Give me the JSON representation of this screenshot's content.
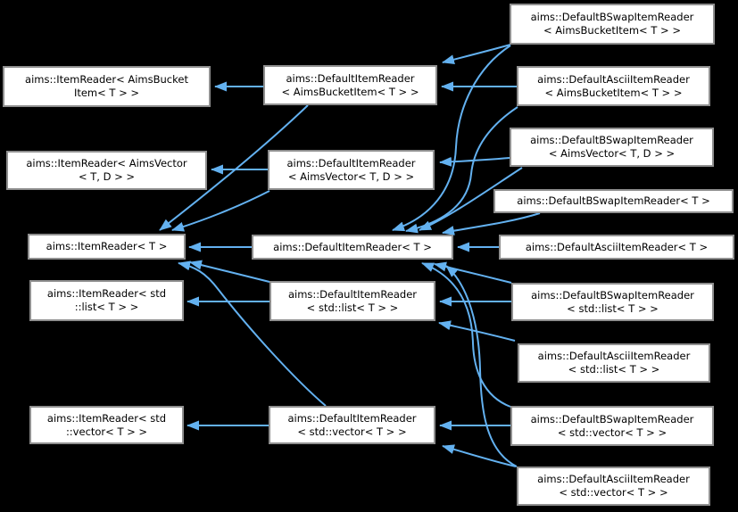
{
  "diagram": {
    "title": "aims ItemReader inheritance graph",
    "type": "inheritance-graph",
    "colors": {
      "background": "#000000",
      "edge": "#63b1f0",
      "node_fill": "#ffffff",
      "node_border": "#8f8f8f",
      "node_text": "#000000"
    },
    "nodes": [
      {
        "id": "itemreader-aimsbucketitem",
        "label": "aims::ItemReader< AimsBucket\nItem< T > >"
      },
      {
        "id": "itemreader-aimsvector",
        "label": "aims::ItemReader< AimsVector\n< T, D > >"
      },
      {
        "id": "itemreader-t",
        "label": "aims::ItemReader< T >"
      },
      {
        "id": "itemreader-stdlist",
        "label": "aims::ItemReader< std\n::list< T > >"
      },
      {
        "id": "itemreader-stdvector",
        "label": "aims::ItemReader< std\n::vector< T > >"
      },
      {
        "id": "defaultitemreader-aimsbucketitem",
        "label": "aims::DefaultItemReader\n< AimsBucketItem< T > >"
      },
      {
        "id": "defaultitemreader-aimsvector",
        "label": "aims::DefaultItemReader\n< AimsVector< T, D > >"
      },
      {
        "id": "defaultitemreader-t",
        "label": "aims::DefaultItemReader< T >"
      },
      {
        "id": "defaultitemreader-stdlist",
        "label": "aims::DefaultItemReader\n< std::list< T > >"
      },
      {
        "id": "defaultitemreader-stdvector",
        "label": "aims::DefaultItemReader\n< std::vector< T > >"
      },
      {
        "id": "defaultbswapitemreader-aimsbucketitem",
        "label": "aims::DefaultBSwapItemReader\n< AimsBucketItem< T > >"
      },
      {
        "id": "defaultasciiitemreader-aimsbucketitem",
        "label": "aims::DefaultAsciiItemReader\n< AimsBucketItem< T > >"
      },
      {
        "id": "defaultbswapitemreader-aimsvector",
        "label": "aims::DefaultBSwapItemReader\n< AimsVector< T, D > >"
      },
      {
        "id": "defaultbswapitemreader-t",
        "label": "aims::DefaultBSwapItemReader< T >"
      },
      {
        "id": "defaultasciiitemreader-t",
        "label": "aims::DefaultAsciiItemReader< T >"
      },
      {
        "id": "defaultbswapitemreader-stdlist",
        "label": "aims::DefaultBSwapItemReader\n< std::list< T > >"
      },
      {
        "id": "defaultasciiitemreader-stdlist",
        "label": "aims::DefaultAsciiItemReader\n< std::list< T > >"
      },
      {
        "id": "defaultbswapitemreader-stdvector",
        "label": "aims::DefaultBSwapItemReader\n< std::vector< T > >"
      },
      {
        "id": "defaultasciiitemreader-stdvector",
        "label": "aims::DefaultAsciiItemReader\n< std::vector< T > >"
      }
    ],
    "edges": [
      {
        "from": "defaultitemreader-aimsbucketitem",
        "to": "itemreader-aimsbucketitem"
      },
      {
        "from": "defaultitemreader-aimsvector",
        "to": "itemreader-aimsvector"
      },
      {
        "from": "defaultitemreader-t",
        "to": "itemreader-t"
      },
      {
        "from": "defaultitemreader-stdlist",
        "to": "itemreader-stdlist"
      },
      {
        "from": "defaultitemreader-stdvector",
        "to": "itemreader-stdvector"
      },
      {
        "from": "defaultasciiitemreader-aimsbucketitem",
        "to": "defaultitemreader-aimsbucketitem"
      },
      {
        "from": "defaultbswapitemreader-aimsbucketitem",
        "to": "defaultitemreader-aimsbucketitem"
      },
      {
        "from": "defaultbswapitemreader-aimsvector",
        "to": "defaultitemreader-aimsvector"
      },
      {
        "from": "defaultasciiitemreader-t",
        "to": "defaultitemreader-t"
      },
      {
        "from": "defaultbswapitemreader-t",
        "to": "defaultitemreader-t"
      },
      {
        "from": "defaultbswapitemreader-stdlist",
        "to": "defaultitemreader-stdlist"
      },
      {
        "from": "defaultasciiitemreader-stdlist",
        "to": "defaultitemreader-stdlist"
      },
      {
        "from": "defaultbswapitemreader-stdvector",
        "to": "defaultitemreader-stdvector"
      },
      {
        "from": "defaultasciiitemreader-stdvector",
        "to": "defaultitemreader-stdvector"
      },
      {
        "from": "defaultitemreader-aimsbucketitem",
        "to": "itemreader-t"
      },
      {
        "from": "defaultitemreader-aimsvector",
        "to": "itemreader-t"
      },
      {
        "from": "defaultitemreader-stdlist",
        "to": "itemreader-t"
      },
      {
        "from": "defaultitemreader-stdvector",
        "to": "itemreader-t"
      },
      {
        "from": "defaultbswapitemreader-aimsbucketitem",
        "to": "defaultitemreader-t"
      },
      {
        "from": "defaultasciiitemreader-aimsbucketitem",
        "to": "defaultitemreader-t"
      },
      {
        "from": "defaultbswapitemreader-aimsvector",
        "to": "defaultitemreader-t"
      },
      {
        "from": "defaultbswapitemreader-stdlist",
        "to": "defaultitemreader-t"
      },
      {
        "from": "defaultbswapitemreader-stdvector",
        "to": "defaultitemreader-t"
      },
      {
        "from": "defaultasciiitemreader-stdvector",
        "to": "defaultitemreader-t"
      }
    ]
  }
}
